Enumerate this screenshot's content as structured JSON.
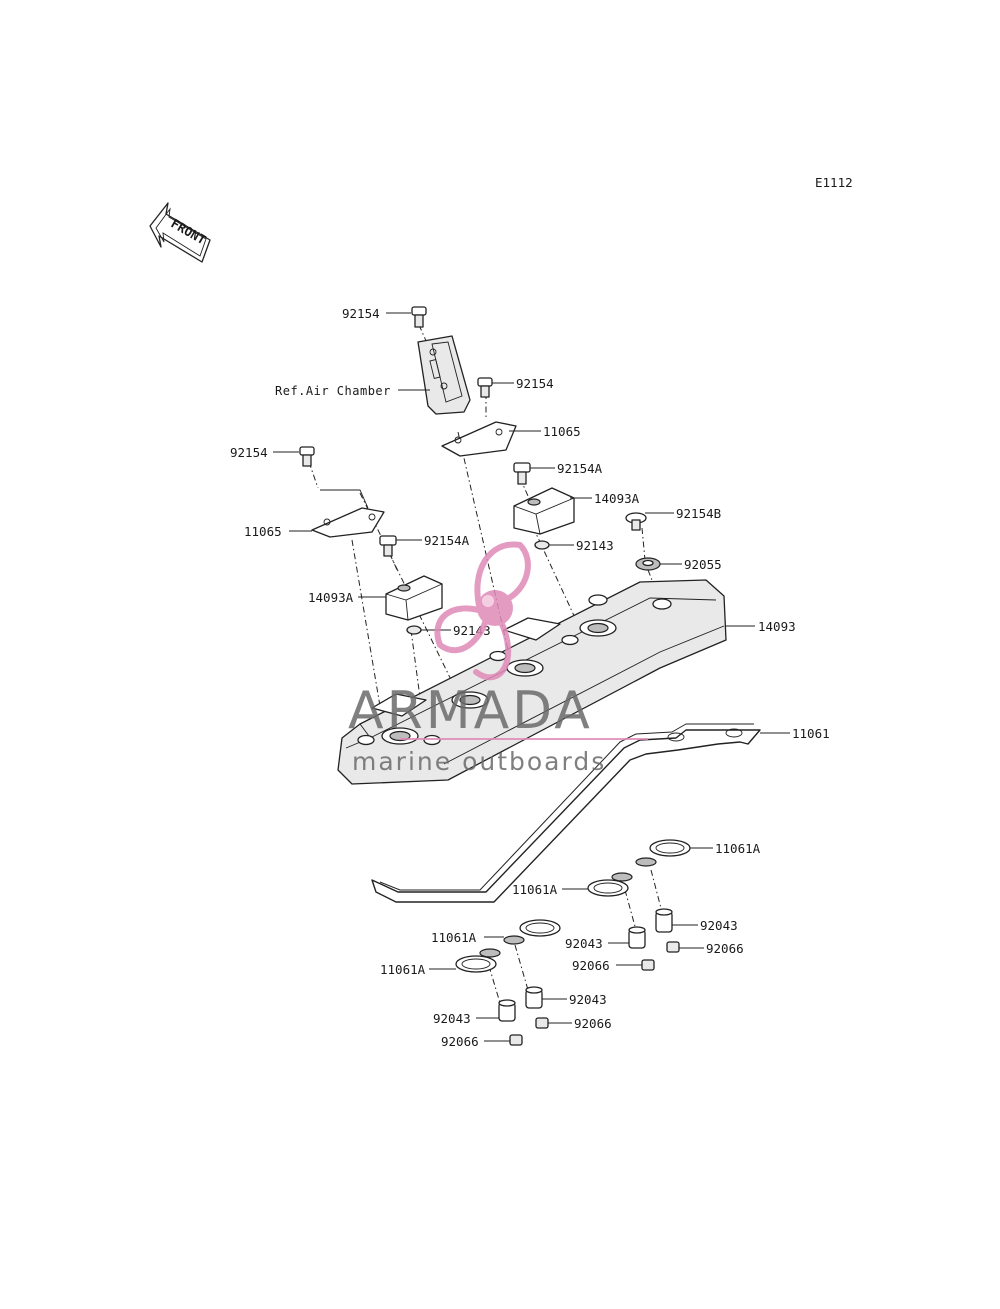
{
  "diagram_code": "E1112",
  "front_marker": "FRONT",
  "ref_label": "Ref.Air Chamber",
  "watermark": {
    "brand": "ARMADA",
    "tagline": "marine outboards",
    "logo_color": "#e08ab8",
    "text_color": "#6b6b6b"
  },
  "parts": {
    "p92154_top": "92154",
    "p92154_mid": "92154",
    "p92154_left": "92154",
    "p11065_right": "11065",
    "p11065_left": "11065",
    "p92154A_right": "92154A",
    "p14093A_right": "14093A",
    "p92154B": "92154B",
    "p92143_right": "92143",
    "p92154A_left": "92154A",
    "p92055": "92055",
    "p14093A_left": "14093A",
    "p92143_left": "92143",
    "p14093": "14093",
    "p11061": "11061",
    "p11061A_a": "11061A",
    "p11061A_b": "11061A",
    "p92043_a": "92043",
    "p92043_b": "92043",
    "p92066_a": "92066",
    "p92066_b": "92066",
    "p11061A_c": "11061A",
    "p11061A_d": "11061A",
    "p92043_c": "92043",
    "p92043_d": "92043",
    "p92066_c": "92066",
    "p92066_d": "92066"
  }
}
